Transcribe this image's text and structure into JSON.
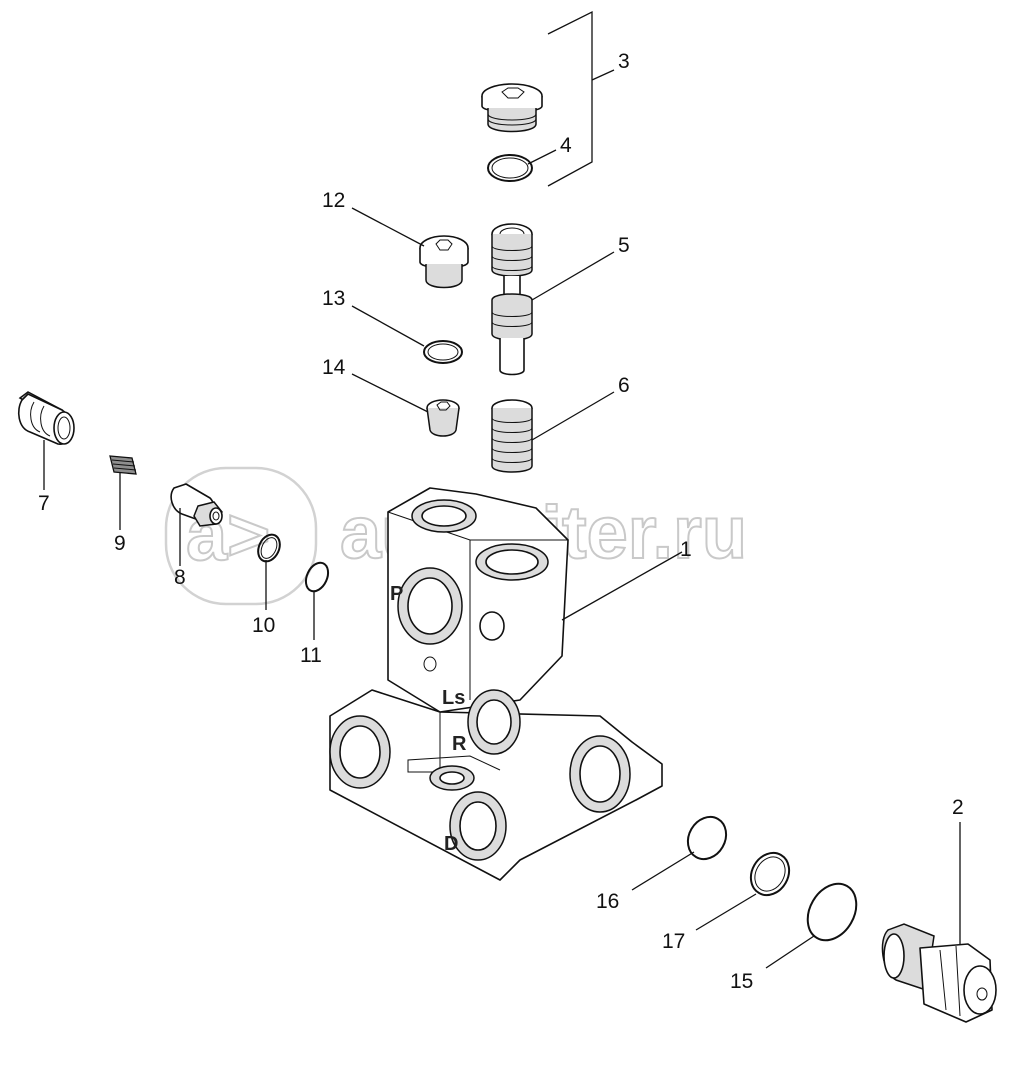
{
  "watermark": {
    "text": "autopiter.ru",
    "badge": "a>"
  },
  "port_labels": {
    "p": "P",
    "ls": "Ls",
    "r": "R",
    "d": "D"
  },
  "callouts": [
    {
      "id": "1",
      "label": "1"
    },
    {
      "id": "2",
      "label": "2"
    },
    {
      "id": "3",
      "label": "3"
    },
    {
      "id": "4",
      "label": "4"
    },
    {
      "id": "5",
      "label": "5"
    },
    {
      "id": "6",
      "label": "6"
    },
    {
      "id": "7",
      "label": "7"
    },
    {
      "id": "8",
      "label": "8"
    },
    {
      "id": "9",
      "label": "9"
    },
    {
      "id": "10",
      "label": "10"
    },
    {
      "id": "11",
      "label": "11"
    },
    {
      "id": "12",
      "label": "12"
    },
    {
      "id": "13",
      "label": "13"
    },
    {
      "id": "14",
      "label": "14"
    },
    {
      "id": "15",
      "label": "15"
    },
    {
      "id": "16",
      "label": "16"
    },
    {
      "id": "17",
      "label": "17"
    }
  ]
}
